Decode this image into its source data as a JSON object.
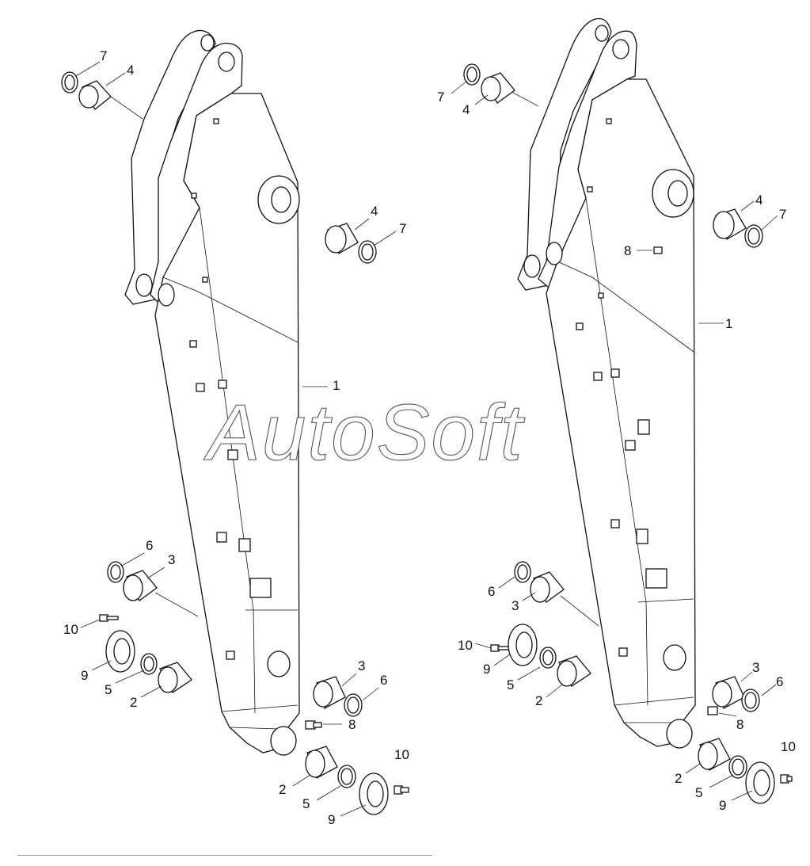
{
  "watermark": "AutoSoft",
  "views": [
    {
      "labels": [
        {
          "text": "7"
        },
        {
          "text": "4"
        },
        {
          "text": "4"
        },
        {
          "text": "7"
        },
        {
          "text": "1"
        },
        {
          "text": "6"
        },
        {
          "text": "3"
        },
        {
          "text": "10"
        },
        {
          "text": "9"
        },
        {
          "text": "5"
        },
        {
          "text": "2"
        },
        {
          "text": "3"
        },
        {
          "text": "6"
        },
        {
          "text": "8"
        },
        {
          "text": "10"
        },
        {
          "text": "2"
        },
        {
          "text": "5"
        },
        {
          "text": "9"
        }
      ]
    },
    {
      "labels": [
        {
          "text": "7"
        },
        {
          "text": "4"
        },
        {
          "text": "4"
        },
        {
          "text": "7"
        },
        {
          "text": "8"
        },
        {
          "text": "1"
        },
        {
          "text": "6"
        },
        {
          "text": "3"
        },
        {
          "text": "10"
        },
        {
          "text": "9"
        },
        {
          "text": "5"
        },
        {
          "text": "2"
        },
        {
          "text": "3"
        },
        {
          "text": "6"
        },
        {
          "text": "8"
        },
        {
          "text": "10"
        },
        {
          "text": "2"
        },
        {
          "text": "5"
        },
        {
          "text": "9"
        }
      ]
    }
  ]
}
